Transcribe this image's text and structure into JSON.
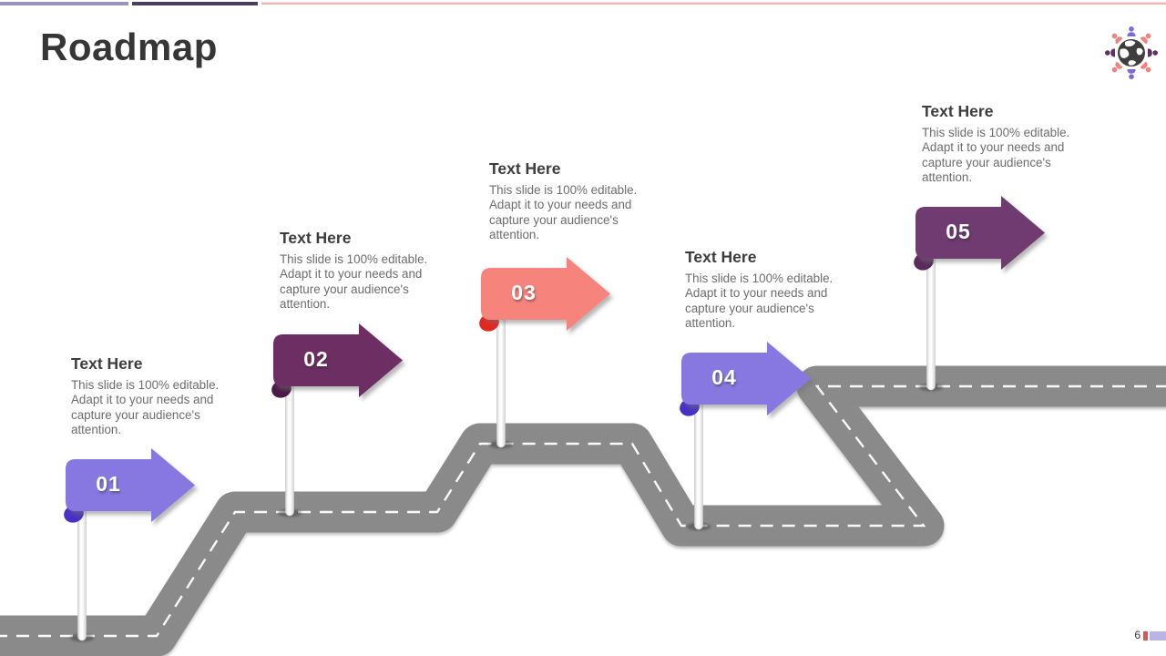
{
  "slide": {
    "title": "Roadmap"
  },
  "top_bars": {
    "segment1_color": "#9A93BC",
    "segment2_color": "#4C3D5E",
    "segment3_color": "#E7B9B6"
  },
  "logo": {
    "name": "globe-with-people-logo",
    "globe_color": "#3E3E3E",
    "continent_color": "#FFFFFF",
    "person_colors": [
      "#7C6AD9",
      "#F0837E",
      "#5F3163"
    ]
  },
  "road": {
    "color": "#8A8A8A",
    "center_line_color": "#FFFFFF",
    "pole_color": "#F5F5F5"
  },
  "milestones": [
    {
      "number": "01",
      "heading": "Text Here",
      "body": "This slide is 100% editable. Adapt it to your needs and capture your audience's attention.",
      "arrow_color": "#8678E0",
      "curl_color": "#4730C6"
    },
    {
      "number": "02",
      "heading": "Text Here",
      "body": "This slide is 100% editable. Adapt it to your needs and capture your audience's attention.",
      "arrow_color": "#6C2F63",
      "curl_color": "#4C1A47"
    },
    {
      "number": "03",
      "heading": "Text Here",
      "body": "This slide is 100% editable. Adapt it to your needs and capture your audience's attention.",
      "arrow_color": "#F7837D",
      "curl_color": "#E5261F"
    },
    {
      "number": "04",
      "heading": "Text Here",
      "body": "This slide is 100% editable. Adapt it to your needs and capture your audience's attention.",
      "arrow_color": "#8678E0",
      "curl_color": "#4730C6"
    },
    {
      "number": "05",
      "heading": "Text Here",
      "body": "This slide is 100% editable. Adapt it to your needs and capture your audience's attention.",
      "arrow_color": "#6F3A70",
      "curl_color": "#5A2A5C"
    }
  ],
  "footer": {
    "page_number": "6",
    "mark_colors": [
      "#D95757",
      "#B9B4E4"
    ]
  }
}
